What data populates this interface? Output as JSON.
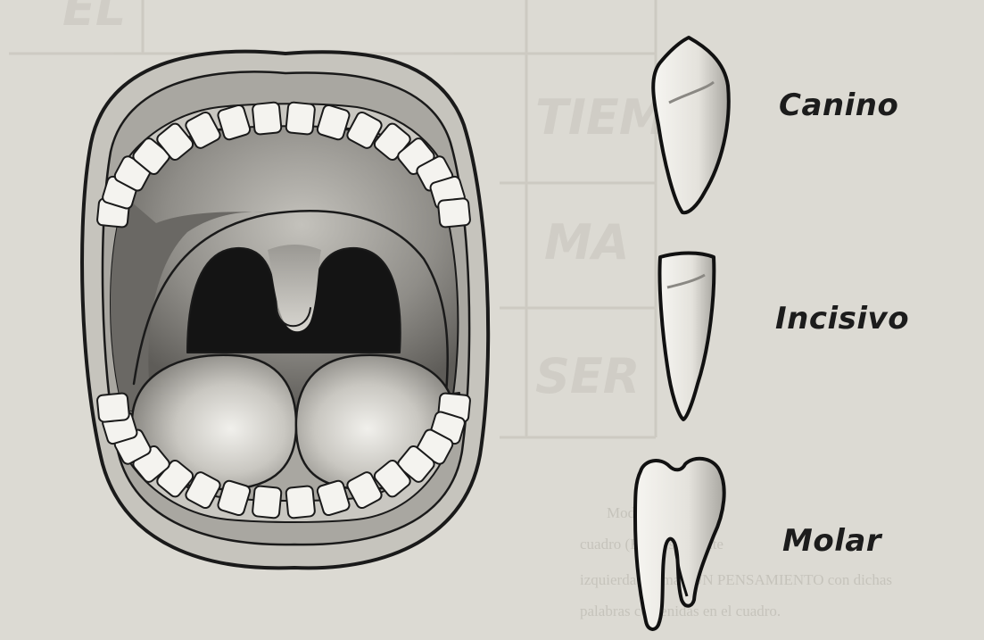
{
  "labels": {
    "canine": "Canino",
    "incisor": "Incisivo",
    "molar": "Molar"
  },
  "background_text": {
    "grid_word_1": "EL",
    "grid_word_2": "TIEM",
    "grid_word_3": "MA",
    "grid_word_4": "SER",
    "paragraph_line_1": "Modo de re",
    "paragraph_line_2": "cuadro (EL) y siguiente",
    "paragraph_line_3": "izquierda, formad UN PENSAMIENTO con dichas",
    "paragraph_line_4": "palabras contenidas en el cuadro."
  },
  "colors": {
    "paper": "#dcdad3",
    "ink": "#1c1c1c",
    "throat": "#141414",
    "palate": "#8d8b86",
    "teeth": "#f4f3ef"
  }
}
